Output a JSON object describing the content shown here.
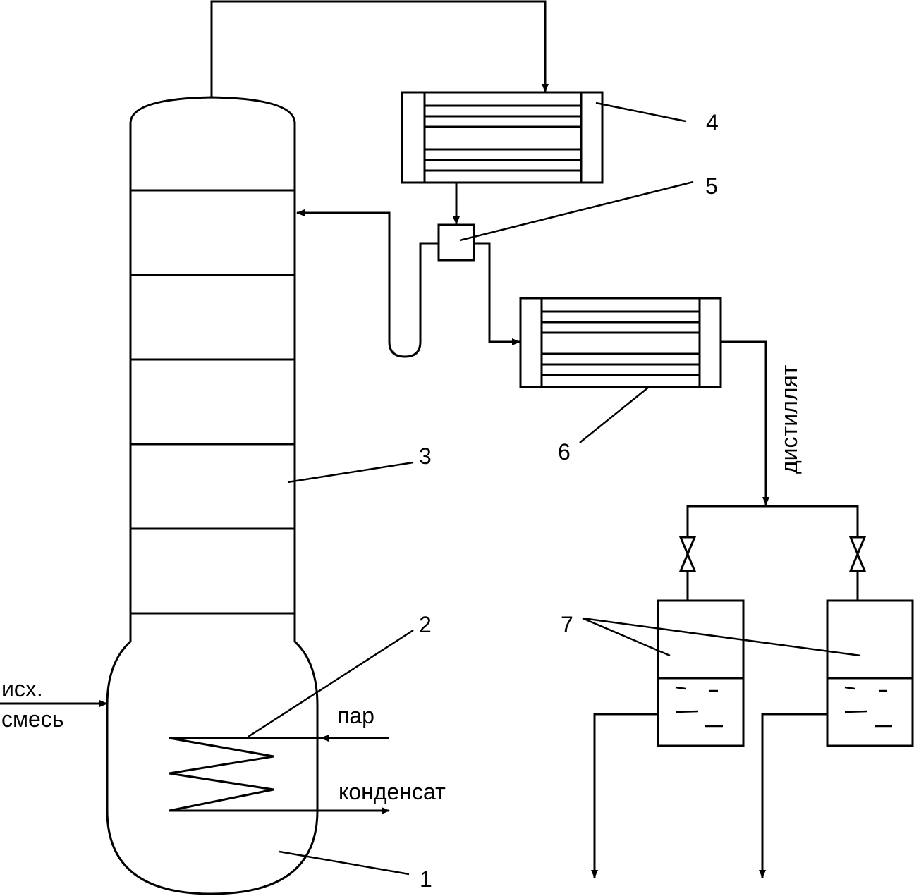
{
  "labels": {
    "feed_line1": "исх.",
    "feed_line2": "смесь",
    "steam": "пар",
    "condensate": "конденсат",
    "distillate": "дистиллят"
  },
  "numbers": {
    "still": "1",
    "heating_coil": "2",
    "column": "3",
    "dephlegmator": "4",
    "divider": "5",
    "cooler": "6",
    "receivers": "7"
  }
}
